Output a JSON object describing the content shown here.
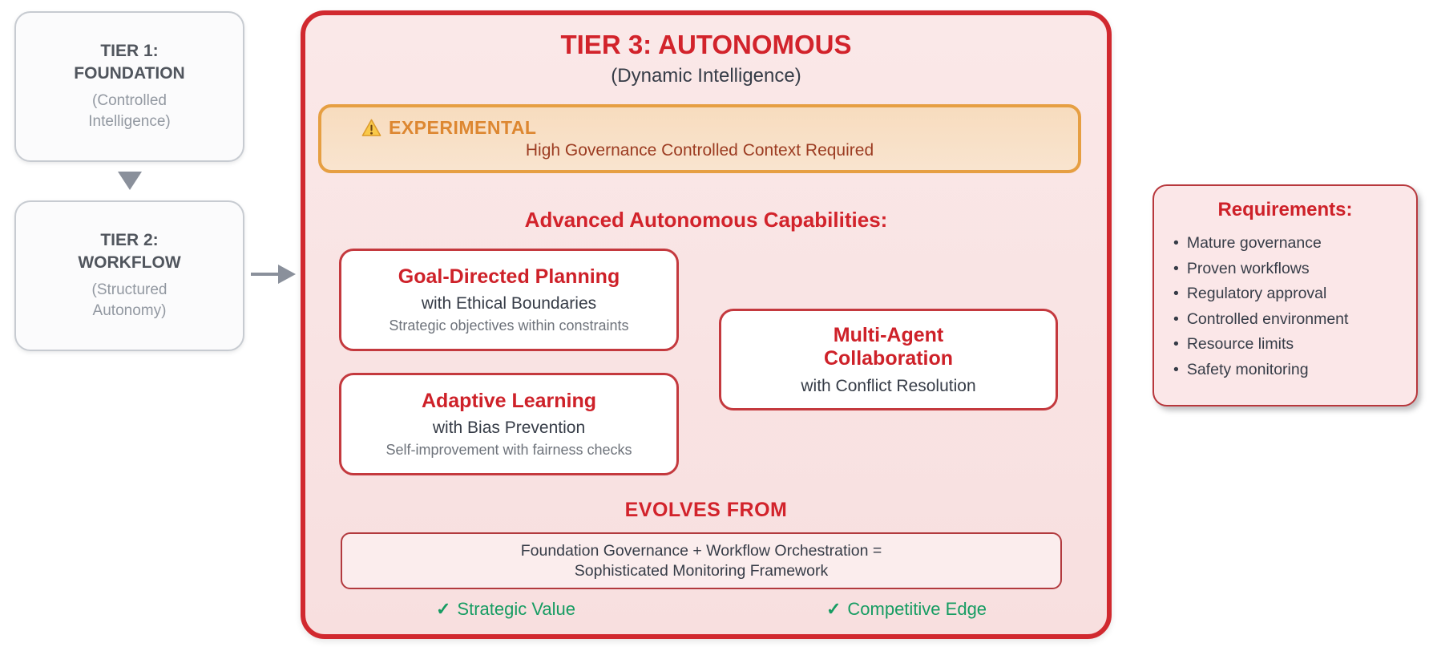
{
  "colors": {
    "accent_red": "#d2232b",
    "main_border_red": "#d1292f",
    "card_border_red": "#c4393e",
    "main_bg_pink": "#f9e3e3",
    "warning_border_orange": "#e69f42",
    "warning_bg_peach": "#f8e0c6",
    "warning_label_orange": "#dd8731",
    "warning_detail_brown": "#9c3c22",
    "benefit_green": "#169c62",
    "dark_text": "#363c47",
    "muted_gray_text": "#6e737b",
    "tier_heading_gray": "#50555d",
    "tier_subtitle_gray": "#9298a1",
    "arrow_gray": "#8a909b"
  },
  "left_flow": {
    "tiers": [
      {
        "title_lines": [
          "TIER 1:",
          "FOUNDATION"
        ],
        "subtitle_lines": [
          "(Controlled",
          "Intelligence)"
        ]
      },
      {
        "title_lines": [
          "TIER 2:",
          "WORKFLOW"
        ],
        "subtitle_lines": [
          "(Structured",
          "Autonomy)"
        ]
      }
    ]
  },
  "tier3": {
    "title": "TIER 3: AUTONOMOUS",
    "subtitle": "(Dynamic Intelligence)",
    "warning": {
      "icon": "warning-triangle",
      "label": "EXPERIMENTAL",
      "detail": "High Governance Controlled Context Required"
    },
    "capabilities_heading": "Advanced Autonomous Capabilities:",
    "capabilities": [
      {
        "title_lines": [
          "Goal-Directed Planning"
        ],
        "with": "with Ethical Boundaries",
        "detail": "Strategic objectives within constraints"
      },
      {
        "title_lines": [
          "Multi-Agent",
          "Collaboration"
        ],
        "with": "with Conflict Resolution"
      },
      {
        "title_lines": [
          "Adaptive Learning"
        ],
        "with": "with Bias Prevention",
        "detail": "Self-improvement with fairness checks"
      }
    ],
    "evolves_heading": "EVOLVES FROM",
    "evolves_lines": [
      "Foundation Governance + Workflow Orchestration =",
      "Sophisticated Monitoring Framework"
    ],
    "benefits": [
      {
        "check": "✓",
        "label": "Strategic Value"
      },
      {
        "check": "✓",
        "label": "Competitive Edge"
      }
    ]
  },
  "requirements": {
    "title": "Requirements:",
    "bullet": "•",
    "items": [
      "Mature governance",
      "Proven workflows",
      "Regulatory approval",
      "Controlled environment",
      "Resource limits",
      "Safety monitoring"
    ]
  }
}
